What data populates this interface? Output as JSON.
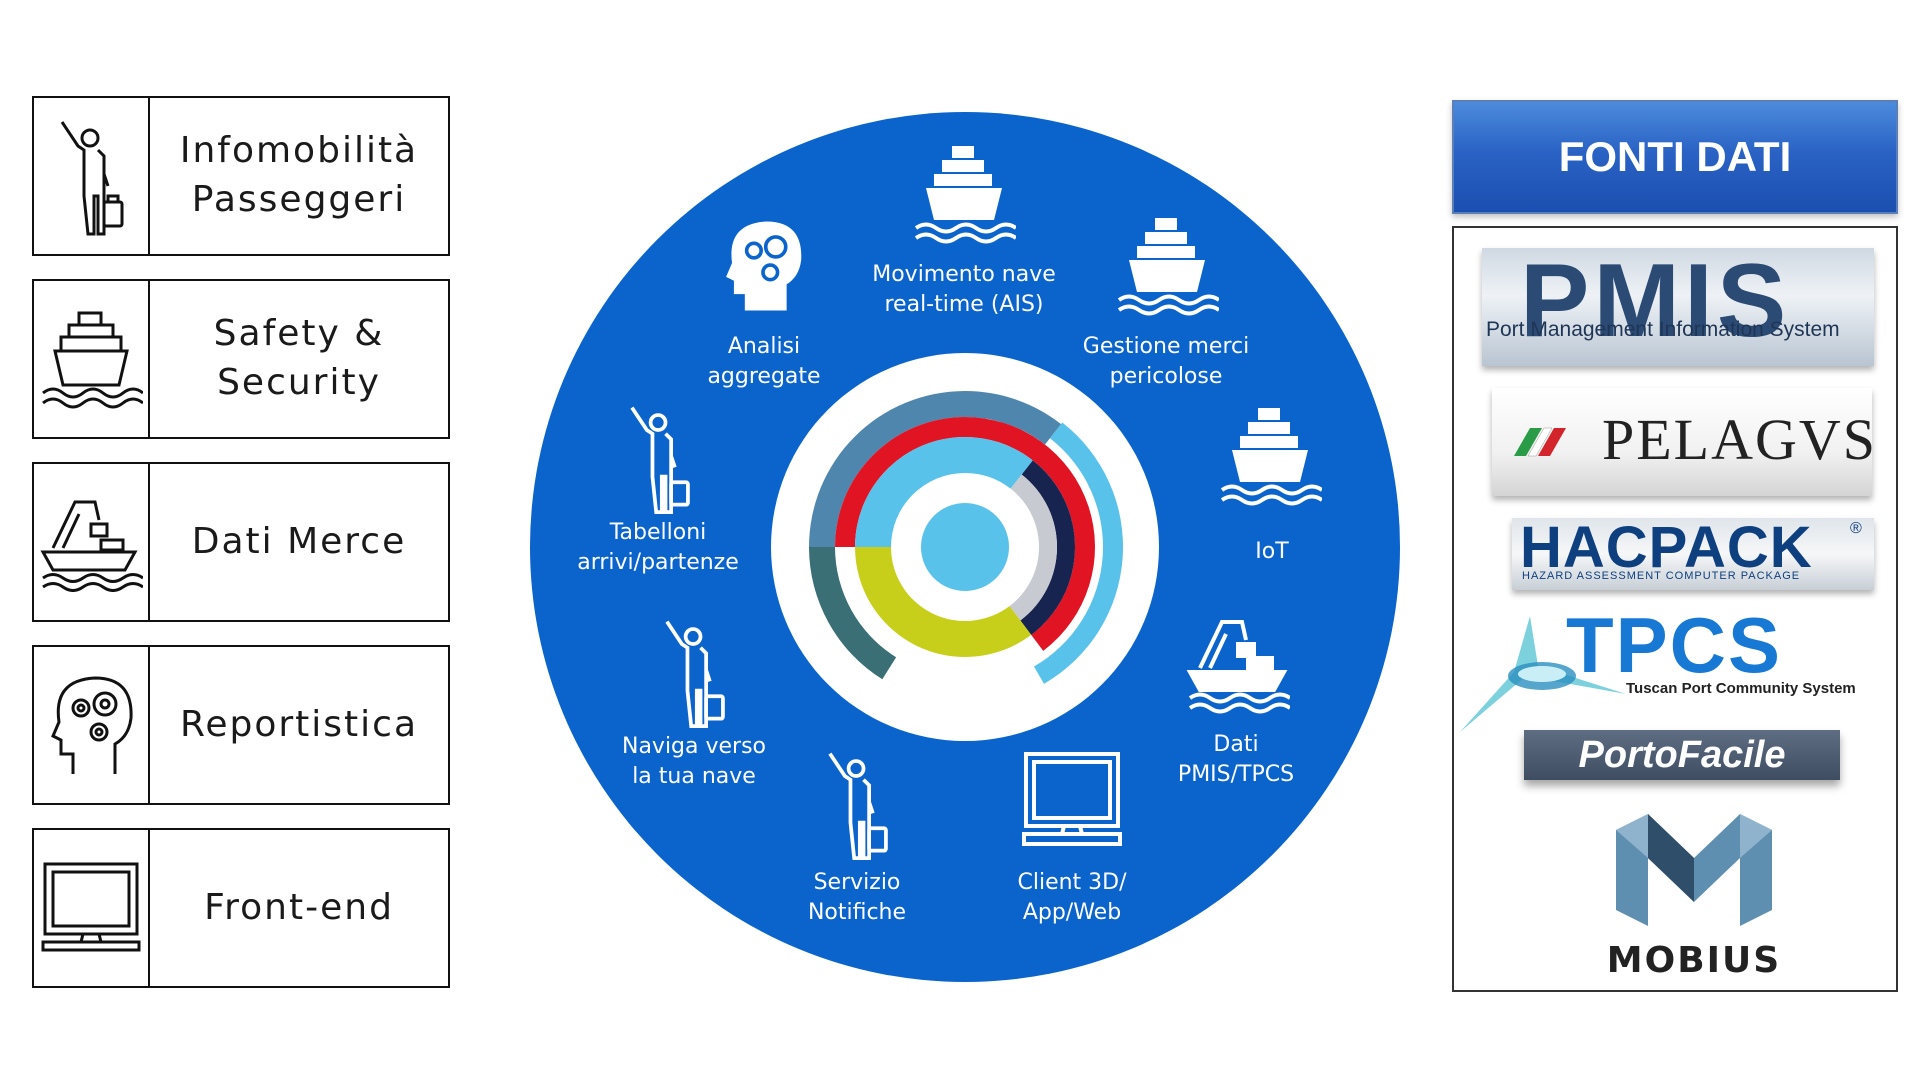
{
  "categories": [
    {
      "label": "Infomobilità\nPasseggeri",
      "icon": "passenger-icon"
    },
    {
      "label": "Safety &\nSecurity",
      "icon": "ship-icon"
    },
    {
      "label": "Dati Merce",
      "icon": "cargo-crane-ship-icon"
    },
    {
      "label": "Reportistica",
      "icon": "brain-gears-icon"
    },
    {
      "label": "Front-end",
      "icon": "monitor-icon"
    }
  ],
  "circle": {
    "labels": {
      "movimento": "Movimento nave\nreal-time (AIS)",
      "gestione": "Gestione merci\npericolose",
      "iot": "IoT",
      "dati": "Dati\nPMIS/TPCS",
      "client": "Client 3D/\nApp/Web",
      "servizio": "Servizio\nNotifiche",
      "naviga": "Naviga verso\nla tua nave",
      "tabelloni": "Tabelloni\narrivi/partenze",
      "analisi": "Analisi\naggregate"
    }
  },
  "sources": {
    "header": "FONTI DATI",
    "pmis": {
      "big": "PMIS",
      "sub": "Port Management Information System"
    },
    "pelagvs": "PELAGVS",
    "hacpack": {
      "big": "HACPACK",
      "sub": "HAZARD ASSESSMENT COMPUTER PACKAGE",
      "mark": "®"
    },
    "tpcs": {
      "big": "TPCS",
      "sub": "Tuscan Port Community System"
    },
    "portofacile": "PortoFacile",
    "mobius": "MOBIUS"
  },
  "colors": {
    "circle_blue": "#0a64cc",
    "steel": "#4f86ad",
    "red": "#e11424",
    "light_blue": "#58c2ea",
    "navy": "#16244f",
    "grey": "#c7cad1",
    "olive": "#c8cf1a",
    "teal": "#3a6f76"
  }
}
